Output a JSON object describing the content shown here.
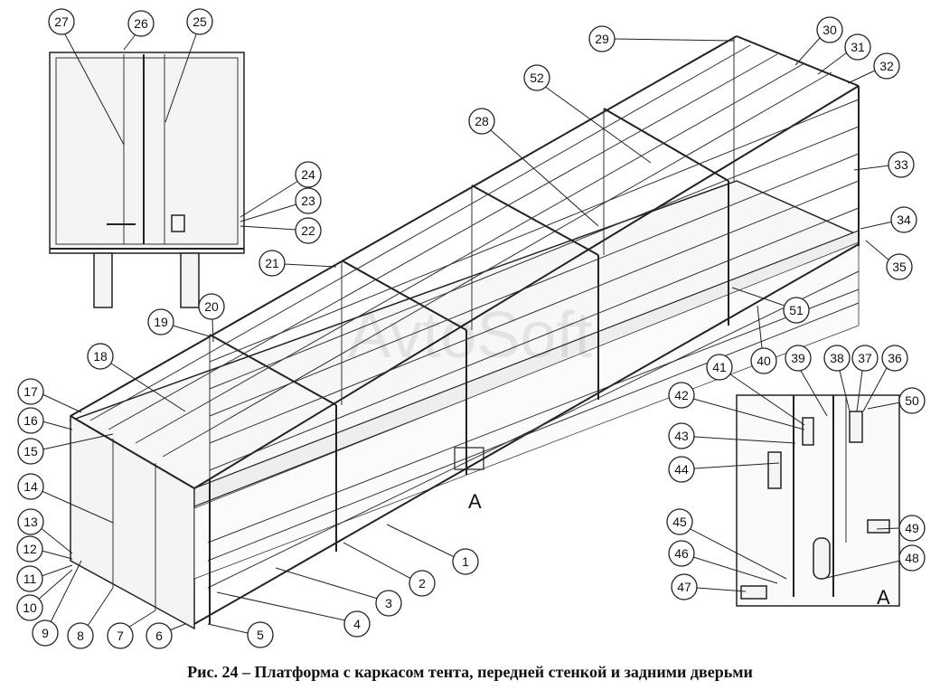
{
  "caption": "Рис. 24 – Платформа с каркасом тента, передней стенкой и задними дверьми",
  "view_label": "A",
  "detail_view_label": "A",
  "watermark": "AvtoSoft",
  "callouts": {
    "c1": "1",
    "c2": "2",
    "c3": "3",
    "c4": "4",
    "c5": "5",
    "c6": "6",
    "c7": "7",
    "c8": "8",
    "c9": "9",
    "c10": "10",
    "c11": "11",
    "c12": "12",
    "c13": "13",
    "c14": "14",
    "c15": "15",
    "c16": "16",
    "c17": "17",
    "c18": "18",
    "c19": "19",
    "c20": "20",
    "c21": "21",
    "c22": "22",
    "c23": "23",
    "c24": "24",
    "c25": "25",
    "c26": "26",
    "c27": "27",
    "c28": "28",
    "c29": "29",
    "c30": "30",
    "c31": "31",
    "c32": "32",
    "c33": "33",
    "c34": "34",
    "c35": "35",
    "c36": "36",
    "c37": "37",
    "c38": "38",
    "c39": "39",
    "c40": "40",
    "c41": "41",
    "c42": "42",
    "c43": "43",
    "c44": "44",
    "c45": "45",
    "c46": "46",
    "c47": "47",
    "c48": "48",
    "c49": "49",
    "c50": "50",
    "c51": "51",
    "c52": "52"
  }
}
